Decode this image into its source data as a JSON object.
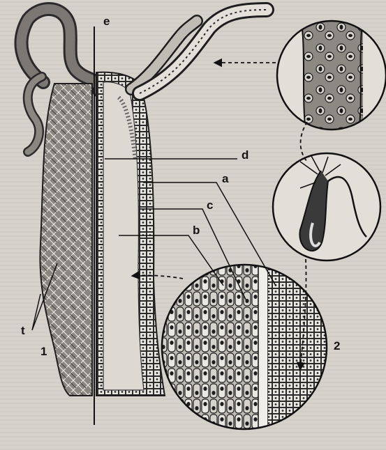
{
  "labels": {
    "a": "a",
    "b": "b",
    "c": "c",
    "d": "d",
    "e": "e",
    "t": "t",
    "fig1": "1",
    "fig2": "2"
  }
}
